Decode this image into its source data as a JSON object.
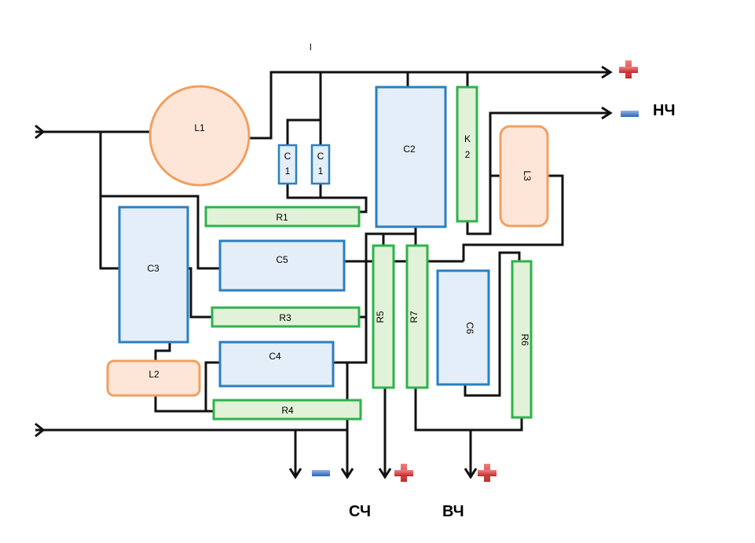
{
  "labels": {
    "top_mark": "l",
    "L1": "L1",
    "C1a_1": "C",
    "C1a_2": "1",
    "C1b_1": "C",
    "C1b_2": "1",
    "C2": "C2",
    "K2_1": "K",
    "K2_2": "2",
    "L3": "L3",
    "R1": "R1",
    "C3": "C3",
    "C5": "C5",
    "R3": "R3",
    "C4": "C4",
    "L2": "L2",
    "R4": "R4",
    "R5": "R5",
    "R7": "R7",
    "C6": "C6",
    "R6": "R6",
    "lf": "НЧ",
    "mf": "СЧ",
    "hf": "ВЧ"
  },
  "colors": {
    "inductor_stroke": "#f0a060",
    "inductor_fill": "#fde6d8",
    "capacitor_stroke": "#2a7fc0",
    "capacitor_fill": "#e3eef8",
    "resistor_stroke": "#2eb34a",
    "resistor_fill": "#e2f2d9",
    "plus": "#d93a3a",
    "minus": "#3e78c8"
  }
}
